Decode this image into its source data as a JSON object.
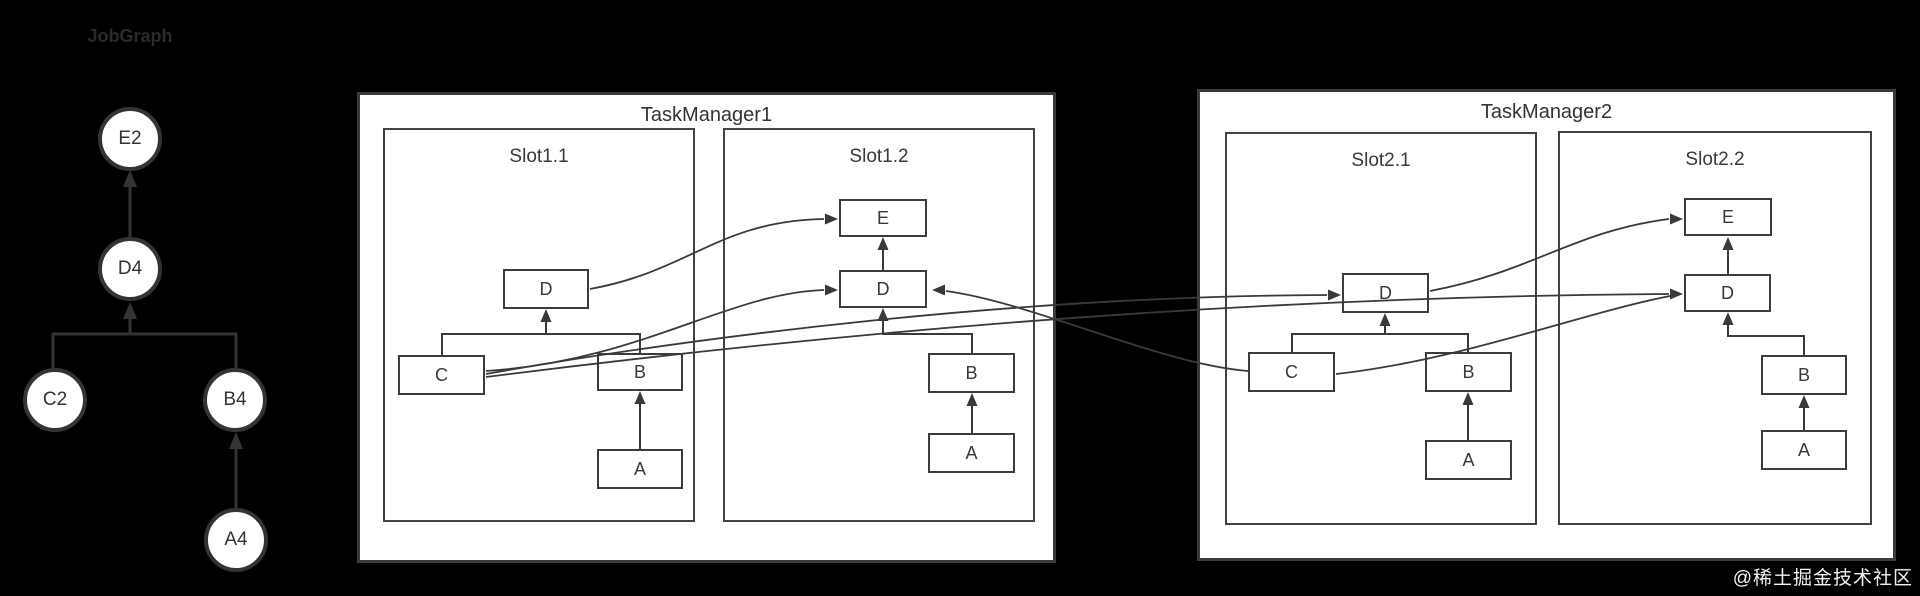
{
  "colors": {
    "background": "#000000",
    "stroke": "#3a3a3c",
    "box_fill": "#ffffff",
    "text": "#333335",
    "watermark": "#f2f2f2"
  },
  "jobgraph": {
    "title": "JobGraph",
    "nodes": [
      {
        "label": "E2"
      },
      {
        "label": "D4"
      },
      {
        "label": "C2"
      },
      {
        "label": "B4"
      },
      {
        "label": "A4"
      }
    ],
    "edges": [
      "A4->B4",
      "B4->D4",
      "C2->D4",
      "D4->E2"
    ]
  },
  "taskmanagers": [
    {
      "title": "TaskManager1",
      "slots": [
        {
          "label": "Slot1.1",
          "tasks": [
            {
              "label": "D"
            },
            {
              "label": "C"
            },
            {
              "label": "B"
            },
            {
              "label": "A"
            }
          ]
        },
        {
          "label": "Slot1.2",
          "tasks": [
            {
              "label": "E"
            },
            {
              "label": "D"
            },
            {
              "label": "B"
            },
            {
              "label": "A"
            }
          ]
        }
      ]
    },
    {
      "title": "TaskManager2",
      "slots": [
        {
          "label": "Slot2.1",
          "tasks": [
            {
              "label": "D"
            },
            {
              "label": "C"
            },
            {
              "label": "B"
            },
            {
              "label": "A"
            }
          ]
        },
        {
          "label": "Slot2.2",
          "tasks": [
            {
              "label": "E"
            },
            {
              "label": "D"
            },
            {
              "label": "B"
            },
            {
              "label": "A"
            }
          ]
        }
      ]
    }
  ],
  "execution_edges": [
    "Slot1.1:A->Slot1.1:B",
    "Slot1.1:B->Slot1.1:D",
    "Slot1.1:C->Slot1.1:D",
    "Slot1.2:A->Slot1.2:B",
    "Slot1.2:B->Slot1.2:D",
    "Slot1.2:D->Slot1.2:E",
    "Slot2.1:A->Slot2.1:B",
    "Slot2.1:B->Slot2.1:D",
    "Slot2.1:C->Slot2.1:D",
    "Slot2.2:A->Slot2.2:B",
    "Slot2.2:B->Slot2.2:D",
    "Slot2.2:D->Slot2.2:E",
    "Slot1.1:D->Slot1.2:E",
    "Slot1.1:C->Slot1.2:D",
    "Slot1.1:C->Slot2.1:D",
    "Slot1.1:C->Slot2.2:D",
    "Slot2.1:C->Slot1.2:D",
    "Slot2.1:C->Slot2.2:D",
    "Slot2.1:D->Slot2.2:E"
  ],
  "watermark": {
    "text": "@稀土掘金技术社区"
  }
}
